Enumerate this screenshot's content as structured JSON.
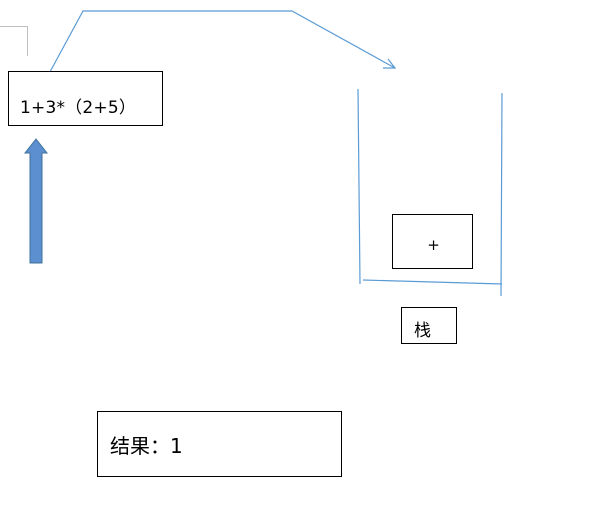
{
  "expression": {
    "text": "1+3*（2+5）"
  },
  "stack": {
    "label": "栈",
    "top_item": "+"
  },
  "result": {
    "label": "结果：",
    "value": "1"
  },
  "colors": {
    "line": "#5b9bd5",
    "arrow_fill": "#5b8fd0",
    "arrow_stroke": "#41719c",
    "box_border": "#000000"
  }
}
